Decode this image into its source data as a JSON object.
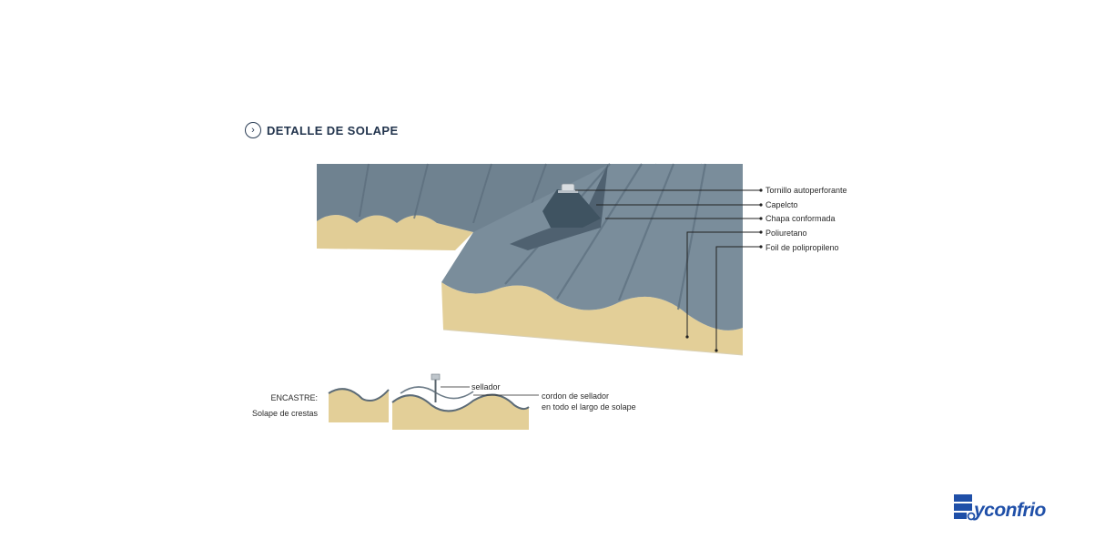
{
  "section": {
    "title": "DETALLE DE SOLAPE",
    "icon": "chevron-right-circle-icon"
  },
  "diagram": {
    "callouts": [
      "Tornillo autoperforante",
      "Capelcto",
      "Chapa conformada",
      "Poliuretano",
      "Foil de polipropileno"
    ],
    "lower": {
      "left_label_1": "ENCASTRE:",
      "left_label_2": "Solape de crestas",
      "sealer": "sellador",
      "bead_1": "cordon de sellador",
      "bead_2": "en todo el largo de solape"
    },
    "colors": {
      "steel": "#6f8290",
      "steel_dark": "#56697a",
      "foam": "#e3cf98",
      "brand": "#1f4fa8"
    }
  },
  "logo": {
    "text": "yconfrio",
    "icon": "brand-logo-icon"
  }
}
